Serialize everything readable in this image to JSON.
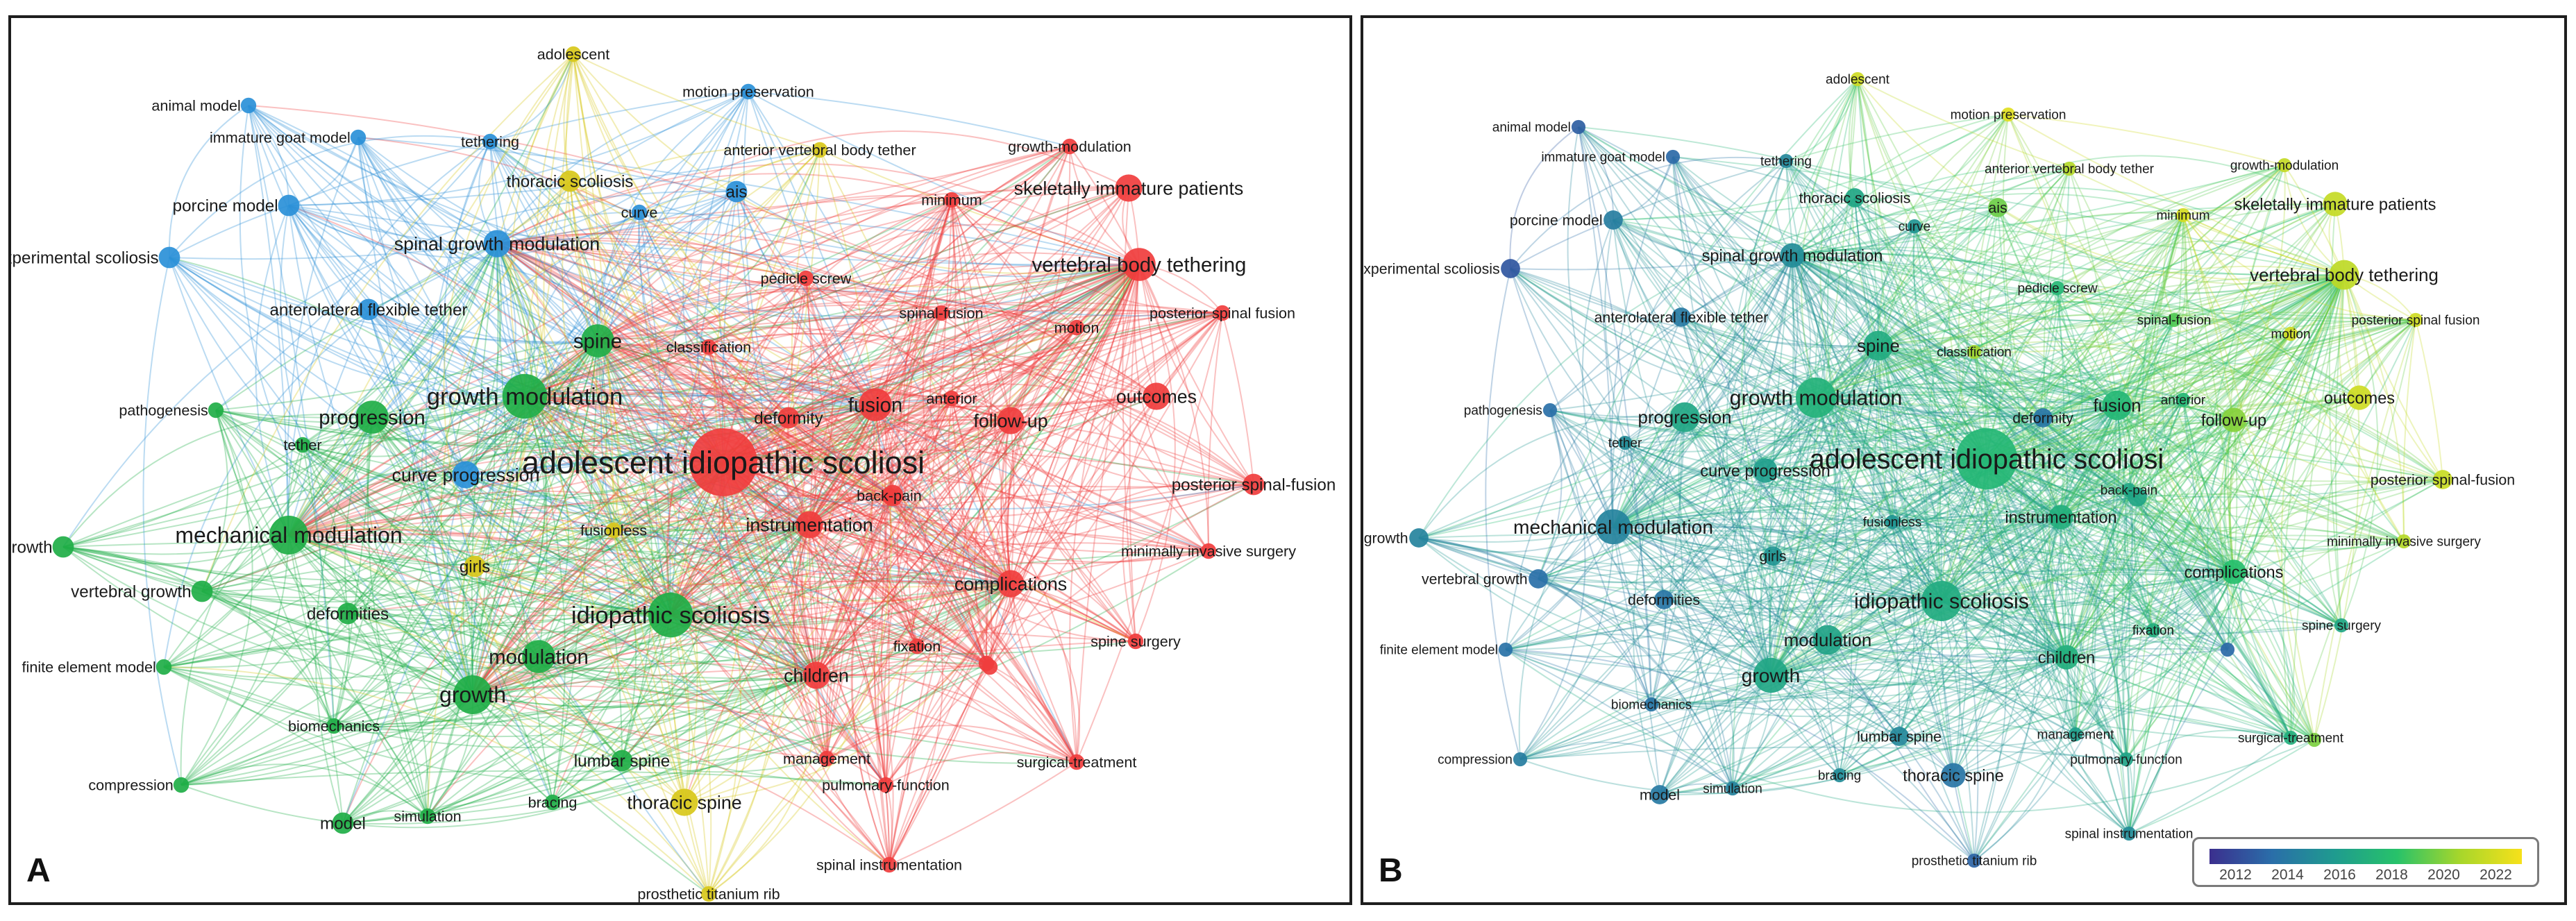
{
  "panels": [
    {
      "id": "A",
      "letter": "A"
    },
    {
      "id": "B",
      "letter": "B"
    }
  ],
  "colors": {
    "cluster_red": "#f03d3d",
    "cluster_green": "#1fae46",
    "cluster_blue": "#2a90d8",
    "cluster_yellow": "#d8c81a",
    "year_scale": [
      "#3b2f8e",
      "#2a6ea9",
      "#1f9b8f",
      "#27c26a",
      "#a6d62b",
      "#f7e11a"
    ]
  },
  "legend": {
    "ticks": [
      "2012",
      "2014",
      "2016",
      "2018",
      "2020",
      "2022"
    ],
    "range": [
      2011,
      2023
    ]
  },
  "nodes": [
    {
      "id": "ais_main",
      "label": "adolescent idiopathic scoliosi",
      "cluster": "red",
      "weight": 10,
      "year": 2017.5
    },
    {
      "id": "growth_mod",
      "label": "growth modulation",
      "cluster": "green",
      "weight": 6,
      "year": 2017.2
    },
    {
      "id": "idiopathic",
      "label": "idiopathic scoliosis",
      "cluster": "green",
      "weight": 6,
      "year": 2016.8
    },
    {
      "id": "growth",
      "label": "growth",
      "cluster": "green",
      "weight": 5,
      "year": 2016.5
    },
    {
      "id": "mech_mod",
      "label": "mechanical modulation",
      "cluster": "green",
      "weight": 5,
      "year": 2014.5
    },
    {
      "id": "spine",
      "label": "spine",
      "cluster": "green",
      "weight": 4,
      "year": 2016.8
    },
    {
      "id": "progression",
      "label": "progression",
      "cluster": "green",
      "weight": 4,
      "year": 2016.5
    },
    {
      "id": "modulation",
      "label": "modulation",
      "cluster": "green",
      "weight": 4,
      "year": 2016.3
    },
    {
      "id": "fusion",
      "label": "fusion",
      "cluster": "red",
      "weight": 4,
      "year": 2017.5
    },
    {
      "id": "vbt",
      "label": "vertebral body tethering",
      "cluster": "red",
      "weight": 4,
      "year": 2021.3
    },
    {
      "id": "skel",
      "label": "skeletally immature patients",
      "cluster": "red",
      "weight": 3,
      "year": 2021.5
    },
    {
      "id": "outcomes",
      "label": "outcomes",
      "cluster": "red",
      "weight": 3,
      "year": 2021.8
    },
    {
      "id": "followup",
      "label": "follow-up",
      "cluster": "red",
      "weight": 3,
      "year": 2020.0
    },
    {
      "id": "complications",
      "label": "complications",
      "cluster": "red",
      "weight": 3,
      "year": 2018.0
    },
    {
      "id": "children",
      "label": "children",
      "cluster": "red",
      "weight": 3,
      "year": 2017.0
    },
    {
      "id": "instrumentation",
      "label": "instrumentation",
      "cluster": "red",
      "weight": 3,
      "year": 2017.0
    },
    {
      "id": "sgm",
      "label": "spinal growth modulation",
      "cluster": "blue",
      "weight": 3,
      "year": 2015.0
    },
    {
      "id": "aft",
      "label": "anterolateral flexible tether",
      "cluster": "blue",
      "weight": 2,
      "year": 2014.0
    },
    {
      "id": "porcine",
      "label": "porcine model",
      "cluster": "blue",
      "weight": 2,
      "year": 2014.2
    },
    {
      "id": "animal",
      "label": "animal model",
      "cluster": "blue",
      "weight": 1,
      "year": 2012.8
    },
    {
      "id": "goat",
      "label": "immature goat model",
      "cluster": "blue",
      "weight": 1,
      "year": 2013.2
    },
    {
      "id": "tethering",
      "label": "tethering",
      "cluster": "blue",
      "weight": 1,
      "year": 2014.8
    },
    {
      "id": "exp_scol",
      "label": "experimental scoliosis",
      "cluster": "blue",
      "weight": 2,
      "year": 2012.5
    },
    {
      "id": "motion_pres",
      "label": "motion preservation",
      "cluster": "blue",
      "weight": 1,
      "year": 2022.3
    },
    {
      "id": "ais_kw",
      "label": "ais",
      "cluster": "blue",
      "weight": 2,
      "year": 2019.5
    },
    {
      "id": "curve",
      "label": "curve",
      "cluster": "blue",
      "weight": 1,
      "year": 2015.5
    },
    {
      "id": "curve_prog",
      "label": "curve progression",
      "cluster": "blue",
      "weight": 3,
      "year": 2016.0
    },
    {
      "id": "adolescent",
      "label": "adolescent",
      "cluster": "yellow",
      "weight": 1,
      "year": 2021.8
    },
    {
      "id": "avbt",
      "label": "anterior vertebral body tether",
      "cluster": "yellow",
      "weight": 1,
      "year": 2021.0
    },
    {
      "id": "thoracic_scol",
      "label": "thoracic scoliosis",
      "cluster": "yellow",
      "weight": 2,
      "year": 2016.5
    },
    {
      "id": "thoracic_spine",
      "label": "thoracic spine",
      "cluster": "yellow",
      "weight": 3,
      "year": 2013.8
    },
    {
      "id": "girls",
      "label": "girls",
      "cluster": "yellow",
      "weight": 2,
      "year": 2015.5
    },
    {
      "id": "fusionless",
      "label": "fusionless",
      "cluster": "yellow",
      "weight": 1,
      "year": 2015.5
    },
    {
      "id": "prosthetic",
      "label": "prosthetic titanium rib",
      "cluster": "yellow",
      "weight": 1,
      "year": 2013.0
    },
    {
      "id": "bracing",
      "label": "bracing",
      "cluster": "green",
      "weight": 1,
      "year": 2015.0
    },
    {
      "id": "lumbar",
      "label": "lumbar spine",
      "cluster": "green",
      "weight": 2,
      "year": 2014.8
    },
    {
      "id": "simulation",
      "label": "simulation",
      "cluster": "green",
      "weight": 1,
      "year": 2014.5
    },
    {
      "id": "model",
      "label": "model",
      "cluster": "green",
      "weight": 2,
      "year": 2014.0
    },
    {
      "id": "compression",
      "label": "compression",
      "cluster": "green",
      "weight": 1,
      "year": 2014.2
    },
    {
      "id": "biomechanics",
      "label": "biomechanics",
      "cluster": "green",
      "weight": 1,
      "year": 2013.8
    },
    {
      "id": "fem",
      "label": "finite element model",
      "cluster": "green",
      "weight": 1,
      "year": 2013.6
    },
    {
      "id": "deformities",
      "label": "deformities",
      "cluster": "green",
      "weight": 2,
      "year": 2013.8
    },
    {
      "id": "vgrowth",
      "label": "vertebral growth",
      "cluster": "green",
      "weight": 2,
      "year": 2013.5
    },
    {
      "id": "bone_growth",
      "label": "bone-growth",
      "cluster": "green",
      "weight": 2,
      "year": 2014.5
    },
    {
      "id": "pathogenesis",
      "label": "pathogenesis",
      "cluster": "green",
      "weight": 1,
      "year": 2013.5
    },
    {
      "id": "tether",
      "label": "tether",
      "cluster": "green",
      "weight": 1,
      "year": 2015.0
    },
    {
      "id": "classification",
      "label": "classification",
      "cluster": "red",
      "weight": 1,
      "year": 2020.5
    },
    {
      "id": "pedicle",
      "label": "pedicle screw",
      "cluster": "red",
      "weight": 1,
      "year": 2017.5
    },
    {
      "id": "minimum",
      "label": "minimum",
      "cluster": "red",
      "weight": 1,
      "year": 2022.0
    },
    {
      "id": "growth_modulation",
      "label": "growth-modulation",
      "cluster": "red",
      "weight": 1,
      "year": 2021.5
    },
    {
      "id": "spinal_fusion",
      "label": "spinal-fusion",
      "cluster": "red",
      "weight": 1,
      "year": 2019.0
    },
    {
      "id": "anterior",
      "label": "anterior",
      "cluster": "red",
      "weight": 1,
      "year": 2017.5
    },
    {
      "id": "motion",
      "label": "motion",
      "cluster": "red",
      "weight": 1,
      "year": 2021.8
    },
    {
      "id": "deformity",
      "label": "deformity",
      "cluster": "red",
      "weight": 2,
      "year": 2013.8
    },
    {
      "id": "psf",
      "label": "posterior spinal fusion",
      "cluster": "red",
      "weight": 1,
      "year": 2021.8
    },
    {
      "id": "psf2",
      "label": "posterior spinal-fusion",
      "cluster": "red",
      "weight": 2,
      "year": 2021.6
    },
    {
      "id": "mis",
      "label": "minimally invasive surgery",
      "cluster": "red",
      "weight": 1,
      "year": 2021.0
    },
    {
      "id": "backpain",
      "label": "back-pain",
      "cluster": "red",
      "weight": 1,
      "year": 2016.5
    },
    {
      "id": "fixation",
      "label": "fixation",
      "cluster": "red",
      "weight": 1,
      "year": 2017.0
    },
    {
      "id": "spine_surgery",
      "label": "spine surgery",
      "cluster": "red",
      "weight": 1,
      "year": 2016.5
    },
    {
      "id": "surg_treat",
      "label": "surgical-treatment",
      "cluster": "red",
      "weight": 1,
      "year": 2017.0
    },
    {
      "id": "pulmonary",
      "label": "pulmonary-function",
      "cluster": "red",
      "weight": 1,
      "year": 2016.3
    },
    {
      "id": "management",
      "label": "management",
      "cluster": "red",
      "weight": 1,
      "year": 2016.0
    },
    {
      "id": "spinal_instr",
      "label": "spinal instrumentation",
      "cluster": "red",
      "weight": 1,
      "year": 2015.0
    },
    {
      "id": "extra_b1",
      "label": "",
      "cluster": "red",
      "weight": 2,
      "year": 2016.4
    },
    {
      "id": "extra_b2",
      "label": "",
      "cluster": "red",
      "weight": 1,
      "year": 2013.2
    },
    {
      "id": "extra_b3",
      "label": "",
      "cluster": "red",
      "weight": 1,
      "year": 2019.8
    }
  ]
}
